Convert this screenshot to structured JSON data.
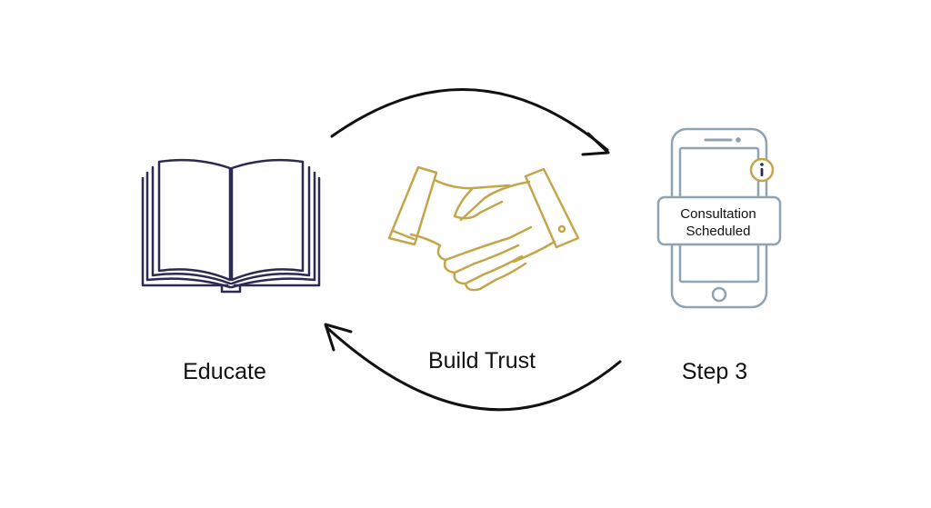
{
  "steps": [
    {
      "label": "Educate",
      "icon": "open-book-icon"
    },
    {
      "label": "Build Trust",
      "icon": "handshake-icon"
    },
    {
      "label": "Step 3",
      "icon": "smartphone-icon"
    }
  ],
  "phone": {
    "bubble_line1": "Consultation",
    "bubble_line2": "Scheduled",
    "badge_icon": "info-icon"
  },
  "colors": {
    "book_stroke": "#2a2a52",
    "handshake_stroke": "#c4a64a",
    "phone_stroke": "#8fa3b2",
    "arrow_stroke": "#111111",
    "text": "#111111"
  }
}
